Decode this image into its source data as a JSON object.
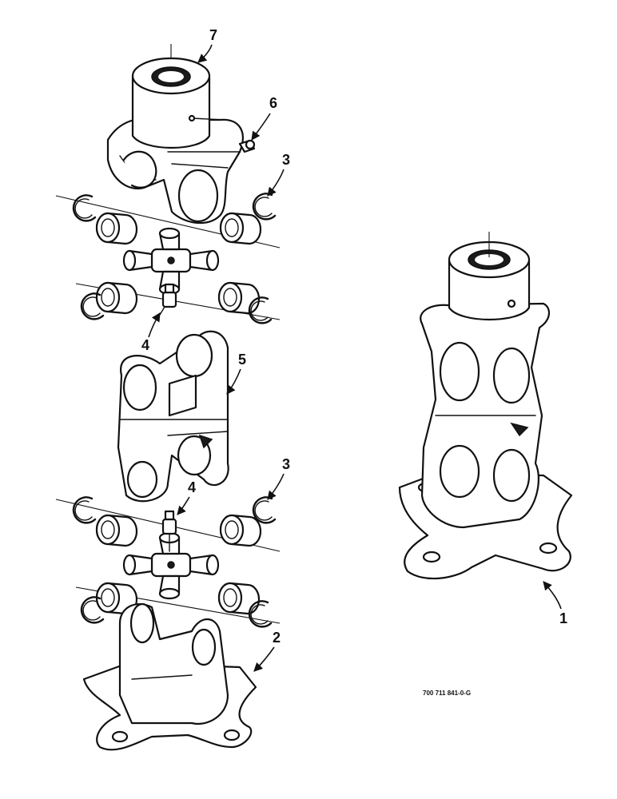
{
  "callouts": {
    "c7": "7",
    "c6": "6",
    "c3_top": "3",
    "c4_top": "4",
    "c5": "5",
    "c3_bottom": "3",
    "c4_bottom": "4",
    "c2": "2",
    "c1": "1"
  },
  "drawing_number": "700 711 841-0-G"
}
